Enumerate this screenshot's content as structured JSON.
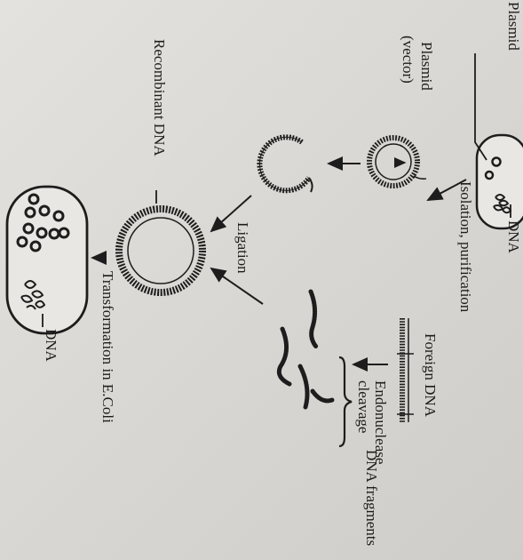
{
  "labels": {
    "plasmid_top": "Plasmid",
    "dna_top": "DNA",
    "plasmid_vector_line1": "Plasmid",
    "plasmid_vector_line2": "(vector)",
    "isolation": "Isolation, purification",
    "foreign_dna": "Foreign DNA",
    "endonuclease_line1": "Endonuclease",
    "endonuclease_line2": "cleavage",
    "dna_fragments": "DNA fragments",
    "recombinant": "Recombinant DNA",
    "ligation": "Ligation",
    "transformation": "Transformation in E.Coli",
    "dna_bottom": "DNA"
  },
  "colors": {
    "ink": "#1d1d1d",
    "cell_fill": "#e9e7e3",
    "paper": "#dcdad6"
  }
}
